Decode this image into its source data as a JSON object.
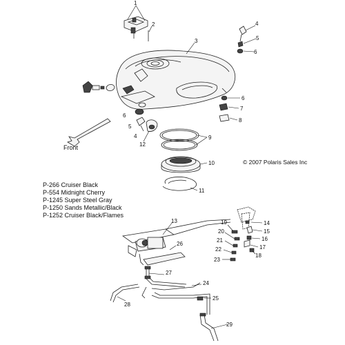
{
  "diagram": {
    "copyright": "© 2007 Polaris Sales Inc",
    "front_label": "Front",
    "color_codes": [
      "P-266  Cruiser Black",
      "P-554  Midnight Cherry",
      "P-1245 Super Steel Gray",
      "P-1250 Sands Metallic/Black",
      "P-1252 Cruiser Black/Flames"
    ],
    "callouts": {
      "c1": "1",
      "c2": "2",
      "c3": "3",
      "c4a": "4",
      "c5a": "5",
      "c6a": "6",
      "c6b": "6",
      "c7": "7",
      "c8": "8",
      "c9": "9",
      "c10": "10",
      "c11": "11",
      "c12": "12",
      "c6c": "6",
      "c5b": "5",
      "c4b": "4",
      "c13": "13",
      "c14": "14",
      "c15": "15",
      "c16": "16",
      "c17": "17",
      "c18": "18",
      "c19": "19",
      "c20": "20",
      "c21": "21",
      "c22": "22",
      "c23": "23",
      "c24": "24",
      "c25": "25",
      "c26": "26",
      "c27": "27",
      "c28": "28",
      "c29": "29"
    }
  }
}
